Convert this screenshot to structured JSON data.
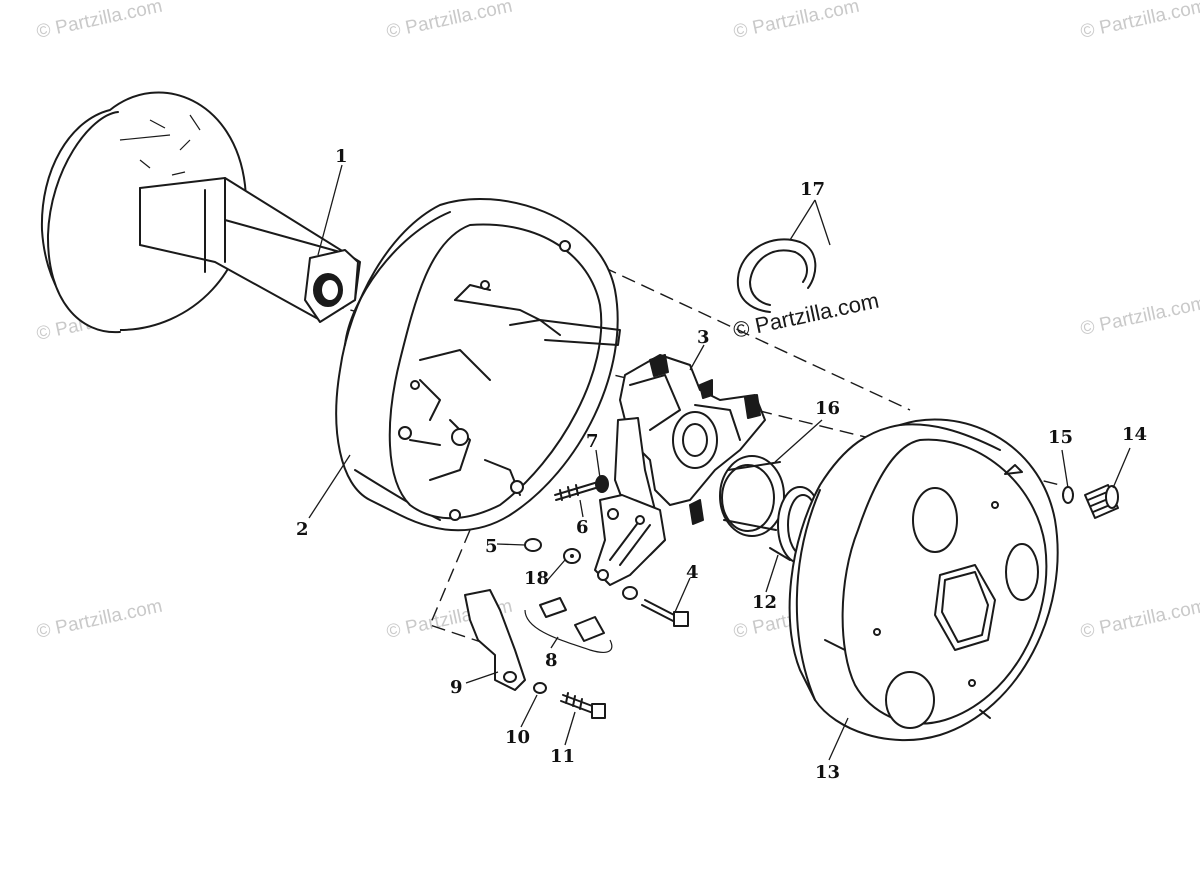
{
  "watermark": {
    "small": "© Partzilla.com",
    "main": "© Partzilla.com"
  },
  "callouts": {
    "c1": "1",
    "c2": "2",
    "c3": "3",
    "c4": "4",
    "c5": "5",
    "c6": "6",
    "c7": "7",
    "c8": "8",
    "c9": "9",
    "c10": "10",
    "c11": "11",
    "c12": "12",
    "c13": "13",
    "c14": "14",
    "c15": "15",
    "c16": "16",
    "c17": "17",
    "c18": "18"
  }
}
